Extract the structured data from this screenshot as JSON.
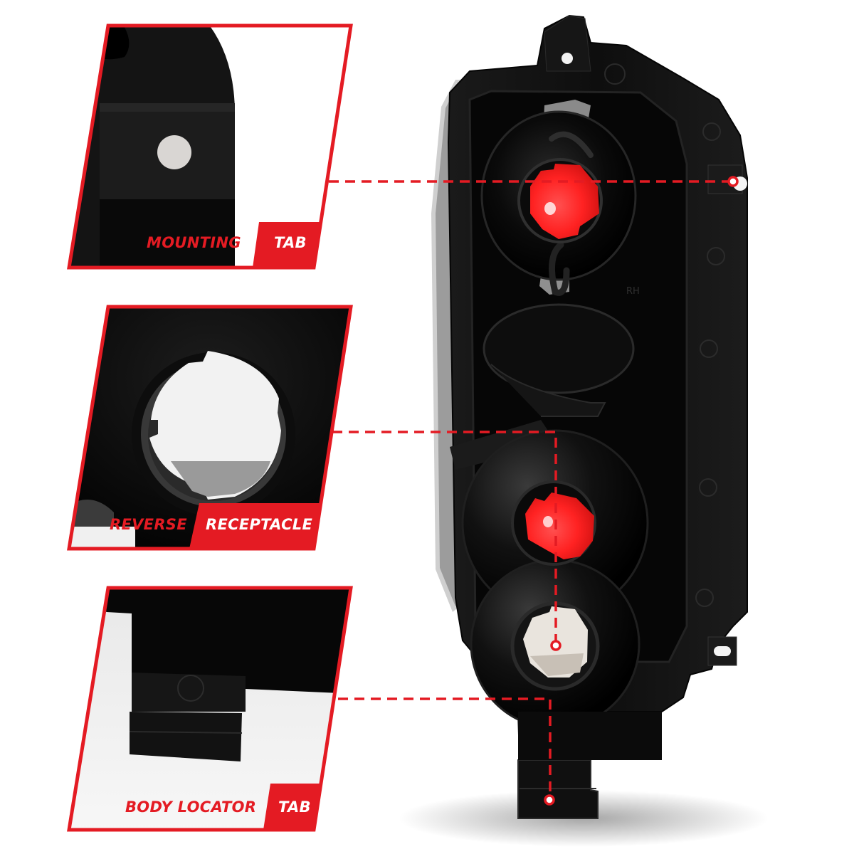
{
  "theme": {
    "accent_red": "#e41b23",
    "housing_black": "#0d0d0d",
    "socket_red": "#ff2a2a",
    "background": "#ffffff"
  },
  "product": {
    "name": "tail-light-housing-rear-view",
    "molded_text": "RH"
  },
  "callouts": [
    {
      "id": "mounting-tab",
      "label_primary": "MOUNTING",
      "label_secondary": "TAB",
      "panel_subject": "mounting tab with bolt hole"
    },
    {
      "id": "reverse-receptacle",
      "label_primary": "REVERSE",
      "label_secondary": "RECEPTACLE",
      "panel_subject": "bulb socket receptacle close-up"
    },
    {
      "id": "body-locator-tab",
      "label_primary": "BODY LOCATOR",
      "label_secondary": "TAB",
      "panel_subject": "body locator tab close-up"
    }
  ]
}
